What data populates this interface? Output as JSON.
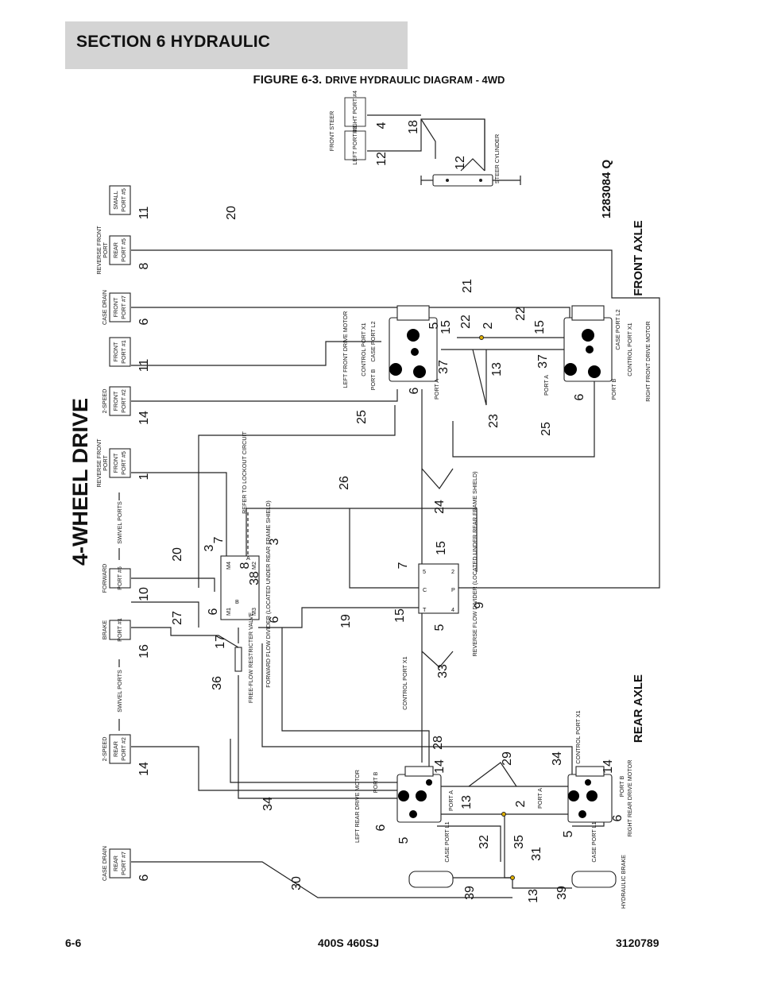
{
  "header": {
    "section": "SECTION 6   HYDRAULIC",
    "figure_num": "FIGURE 6-3.",
    "figure_title": "DRIVE HYDRAULIC DIAGRAM - 4WD"
  },
  "diagram": {
    "title": "4-WHEEL DRIVE",
    "part_number": "1283084 Q",
    "front_axle": "FRONT AXLE",
    "rear_axle": "REAR AXLE",
    "swivel_ports_label": "SWIVEL PORTS",
    "swivel_ports": [
      {
        "id": "small-5",
        "line1": "SMALL",
        "line2": "PORT #5",
        "header": "",
        "num": "11"
      },
      {
        "id": "rear-5",
        "line1": "REAR",
        "line2": "PORT #5",
        "header": "REVERSE FRONT PORT",
        "num": "8"
      },
      {
        "id": "front-7",
        "line1": "FRONT",
        "line2": "PORT #7",
        "header": "CASE DRAIN",
        "num": "6"
      },
      {
        "id": "front-1",
        "line1": "FRONT",
        "line2": "PORT #1",
        "header": "",
        "num": "11"
      },
      {
        "id": "front-2",
        "line1": "FRONT",
        "line2": "PORT #2",
        "header": "2-SPEED",
        "num": "14"
      },
      {
        "id": "front-5",
        "line1": "FRONT",
        "line2": "PORT #5",
        "header": "REVERSE FRONT PORT",
        "num": "1"
      },
      {
        "id": "port-6",
        "line1": "PORT #6",
        "line2": "",
        "header": "FORWARD",
        "num": "10"
      },
      {
        "id": "port-1",
        "line1": "PORT #1",
        "line2": "",
        "header": "BRAKE",
        "num": "16"
      },
      {
        "id": "rear-2",
        "line1": "REAR",
        "line2": "PORT #2",
        "header": "2-SPEED",
        "num": "14"
      },
      {
        "id": "rear-7",
        "line1": "REAR",
        "line2": "PORT #7",
        "header": "CASE DRAIN",
        "num": "6"
      }
    ],
    "steer": {
      "front_steer": "FRONT STEER",
      "left_port": "LEFT PORT #3",
      "right_port": "RIGHT PORT #4",
      "cylinder": "STEER CYLINDER"
    },
    "labels": {
      "left_front_motor": "LEFT FRONT DRIVE MOTOR",
      "right_front_motor": "RIGHT FRONT DRIVE MOTOR",
      "left_rear_motor": "LEFT REAR DRIVE MOTOR",
      "right_rear_motor": "RIGHT REAR DRIVE MOTOR",
      "control_port_x1": "CONTROL PORT X1",
      "case_port_l2": "CASE PORT L2",
      "case_port_l1": "CASE PORT L1",
      "port_a": "PORT A",
      "port_b": "PORT B",
      "forward_divider": "FORWARD FLOW DIVIDER (LOCATED UNDER REAR FRAME SHIELD)",
      "reverse_divider": "REVERSE FLOW DIVIDER (LOCATED UNDER REAR FRAME SHIELD)",
      "refer_lockout": "REFER TO LOCKOUT CIRCUIT",
      "free_flow": "FREE-FLOW RESTRICTER VALVE",
      "hydraulic_brake": "HYDRAULIC BRAKE"
    },
    "callouts": [
      "1",
      "2",
      "3",
      "4",
      "5",
      "6",
      "7",
      "8",
      "9",
      "10",
      "11",
      "12",
      "13",
      "14",
      "15",
      "16",
      "17",
      "18",
      "19",
      "20",
      "21",
      "22",
      "23",
      "24",
      "25",
      "26",
      "27",
      "28",
      "29",
      "30",
      "31",
      "32",
      "33",
      "34",
      "35",
      "36",
      "37",
      "38",
      "39"
    ]
  },
  "footer": {
    "page": "6-6",
    "model": "400S 460SJ",
    "doc_number": "3120789"
  }
}
